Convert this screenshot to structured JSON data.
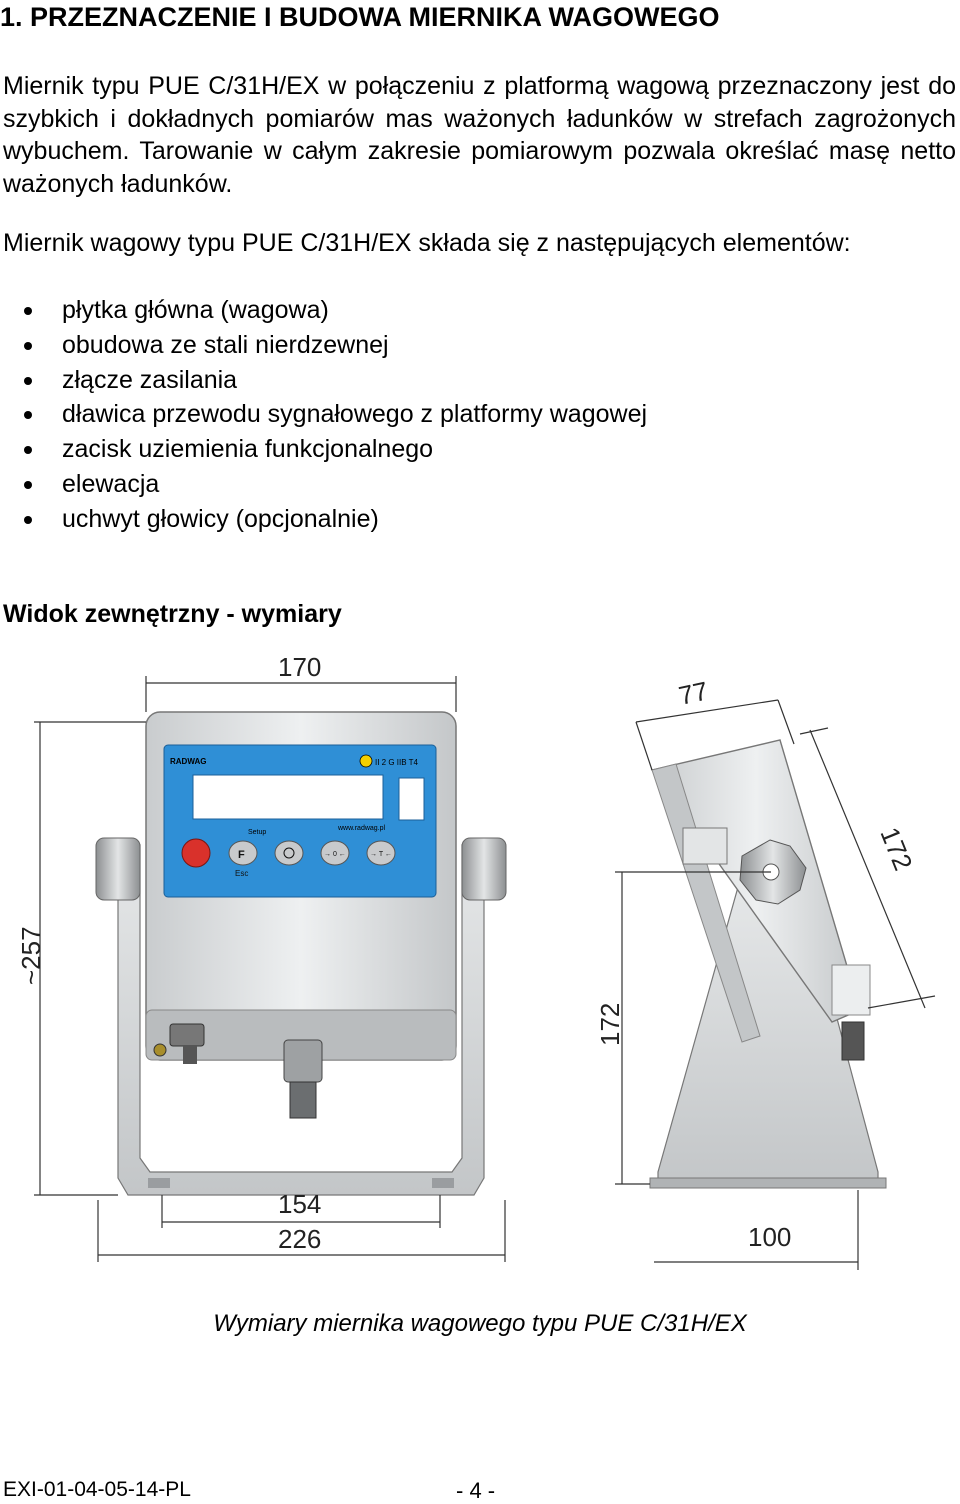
{
  "heading": "1. PRZEZNACZENIE I BUDOWA MIERNIKA WAGOWEGO",
  "paragraph1": "Miernik typu PUE C/31H/EX w połączeniu z platformą wagową przeznaczony jest do szybkich i dokładnych pomiarów mas ważonych ładunków w strefach zagrożonych wybuchem. Tarowanie w całym zakresie pomiarowym pozwala określać masę netto ważonych ładunków.",
  "paragraph2": "Miernik wagowy typu PUE C/31H/EX składa się z następujących elementów:",
  "items": [
    "płytka główna (wagowa)",
    "obudowa ze stali nierdzewnej",
    "złącze zasilania",
    "dławica przewodu sygnałowego z platformy wagowej",
    "zacisk uziemienia funkcjonalnego",
    "elewacja",
    "uchwyt głowicy (opcjonalnie)"
  ],
  "subheading": "Widok zewnętrzny - wymiary",
  "figure": {
    "dims": {
      "width_top": "170",
      "height_left": "~257",
      "inner_width": "154",
      "total_width": "226",
      "depth_top": "77",
      "side_height": "172",
      "stand_height": "172",
      "base_depth": "100"
    },
    "panel": {
      "brand": "RADWAG",
      "ex_marking": "II 2 G IIB T4",
      "setup_label": "Setup",
      "url": "www.radwag.pl",
      "key_f": "F",
      "key_esc": "Esc",
      "key_zero": "→ 0 ←",
      "key_tare": "→ T ←"
    },
    "colors": {
      "panel_blue": "#2f8fd6",
      "steel": "#d9dcde",
      "power_red": "#d9312b"
    }
  },
  "caption": "Wymiary miernika wagowego typu PUE C/31H/EX",
  "footer": {
    "doc_code": "EXI-01-04-05-14-PL",
    "page": "- 4 -"
  }
}
